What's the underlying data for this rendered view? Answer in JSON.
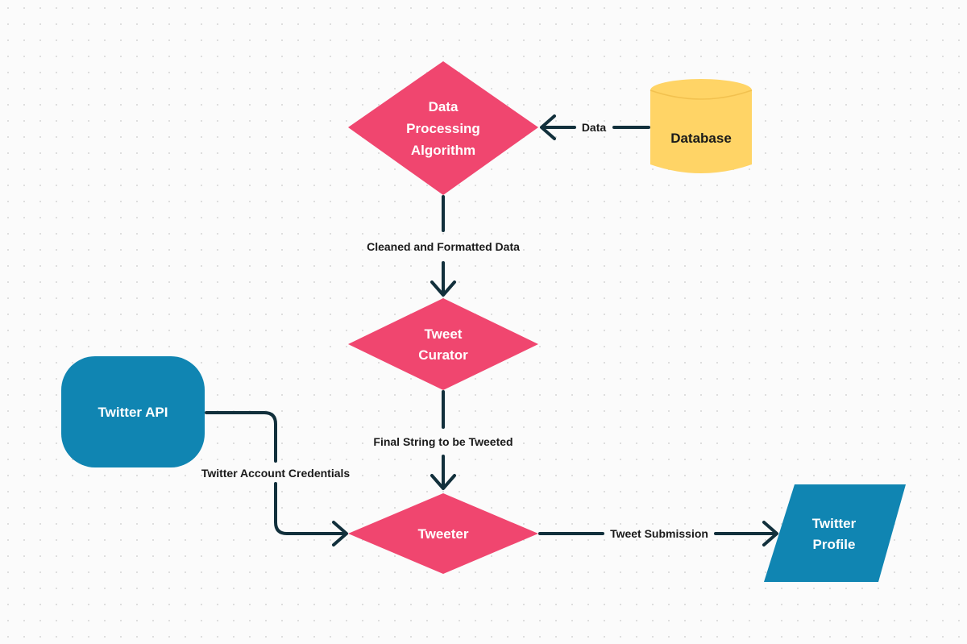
{
  "colors": {
    "process": "#f0466f",
    "database": "#ffd466",
    "api": "#1085b2",
    "edge": "#12303c",
    "node_text_light": "#ffffff",
    "node_text_dark": "#1a1a1a"
  },
  "nodes": {
    "processing": {
      "line1": "Data",
      "line2": "Processing",
      "line3": "Algorithm"
    },
    "database": {
      "label": "Database"
    },
    "curator": {
      "line1": "Tweet",
      "line2": "Curator"
    },
    "twitter_api": {
      "label": "Twitter API"
    },
    "tweeter": {
      "label": "Tweeter"
    },
    "profile": {
      "line1": "Twitter",
      "line2": "Profile"
    }
  },
  "edges": {
    "data": "Data",
    "cleaned": "Cleaned and Formatted Data",
    "final_string": "Final String to be Tweeted",
    "credentials": "Twitter Account Credentials",
    "submission": "Tweet Submission"
  }
}
